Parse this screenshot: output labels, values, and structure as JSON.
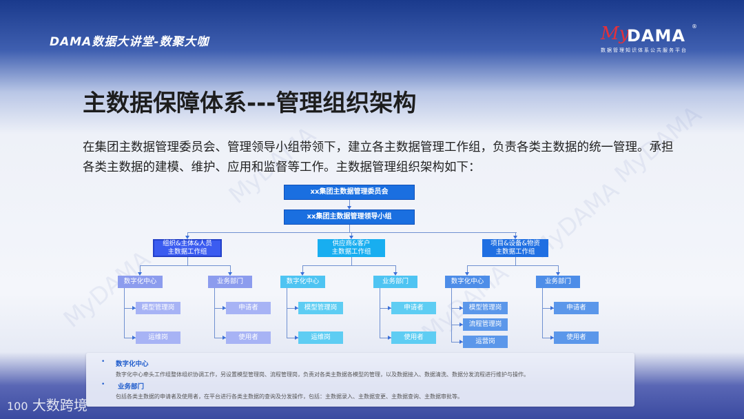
{
  "header": {
    "brand": "DAMA数据大讲堂-数聚大咖",
    "logo_my": "My",
    "logo_dama": "DAMA",
    "logo_reg": "®",
    "logo_sub": "数据管理知识体系公共服务平台"
  },
  "title": "主数据保障体系---管理组织架构",
  "intro": "在集团主数据管理委员会、管理领导小组带领下，建立各主数据管理工作组，负责各类主数据的统一管理。承担各类主数据的建模、维护、应用和监督等工作。主数据管理组织架构如下：",
  "org": {
    "committee": "xx集团主数据管理委员会",
    "leader": "xx集团主数据管理领导小组",
    "groups": [
      {
        "name": "组织&主体&人员\n主数据工作组",
        "digital": "数字化中心",
        "business": "业务部门",
        "digital_roles": [
          "模型管理岗",
          "运维岗"
        ],
        "business_roles": [
          "申请者",
          "使用者"
        ]
      },
      {
        "name": "供应商&客户\n主数据工作组",
        "digital": "数字化中心",
        "business": "业务部门",
        "digital_roles": [
          "模型管理岗",
          "运维岗"
        ],
        "business_roles": [
          "申请者",
          "使用者"
        ]
      },
      {
        "name": "项目&设备&物资\n主数据工作组",
        "digital": "数字化中心",
        "business": "业务部门",
        "digital_roles": [
          "模型管理岗",
          "流程管理岗",
          "运营岗"
        ],
        "business_roles": [
          "申请者",
          "使用者"
        ]
      }
    ]
  },
  "notes": [
    {
      "heading": "数字化中心",
      "text": "数字化中心牵头工作组整体组织协调工作，另设置模型管理岗、流程管理岗，负责对各类主数据各模型的管理，以及数据接入、数据清洗、数据分发流程进行维护与操作。"
    },
    {
      "heading": "业务部门",
      "text": "包括各类主数据的申请者及使用者，在平台进行各类主数据的查询及分发操作，包括：主数据录入、主数据变更、主数据查询、主数据审批等。"
    }
  ],
  "footer": {
    "logo": "大数跨境",
    "logo_mark": "100"
  },
  "watermark": "MyDAMA"
}
